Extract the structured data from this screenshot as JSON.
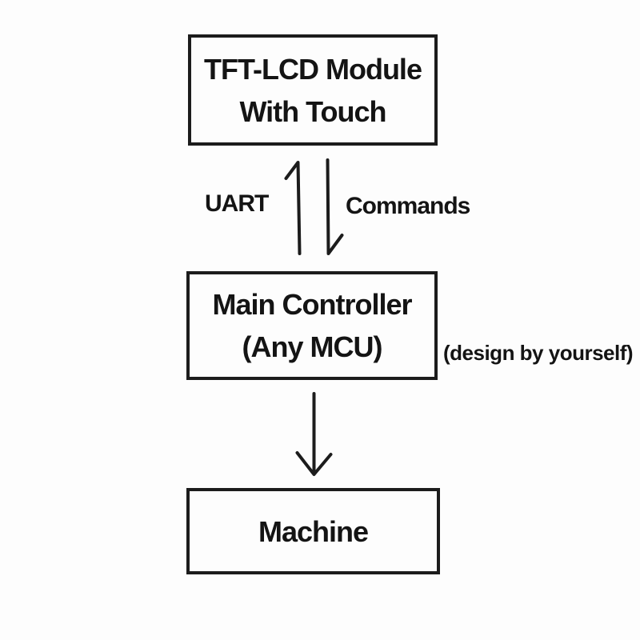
{
  "diagram": {
    "nodes": [
      {
        "id": "tft-lcd-module",
        "lines": [
          "TFT-LCD Module",
          "With Touch"
        ]
      },
      {
        "id": "main-controller",
        "lines": [
          "Main Controller",
          "(Any MCU)"
        ]
      },
      {
        "id": "machine",
        "lines": [
          "Machine"
        ]
      }
    ],
    "edge_labels": {
      "uart": "UART",
      "commands": "Commands"
    },
    "annotation": "(design by yourself)",
    "colors": {
      "stroke": "#1c1c1c",
      "text": "#141414",
      "background": "#fdfdfd"
    }
  }
}
